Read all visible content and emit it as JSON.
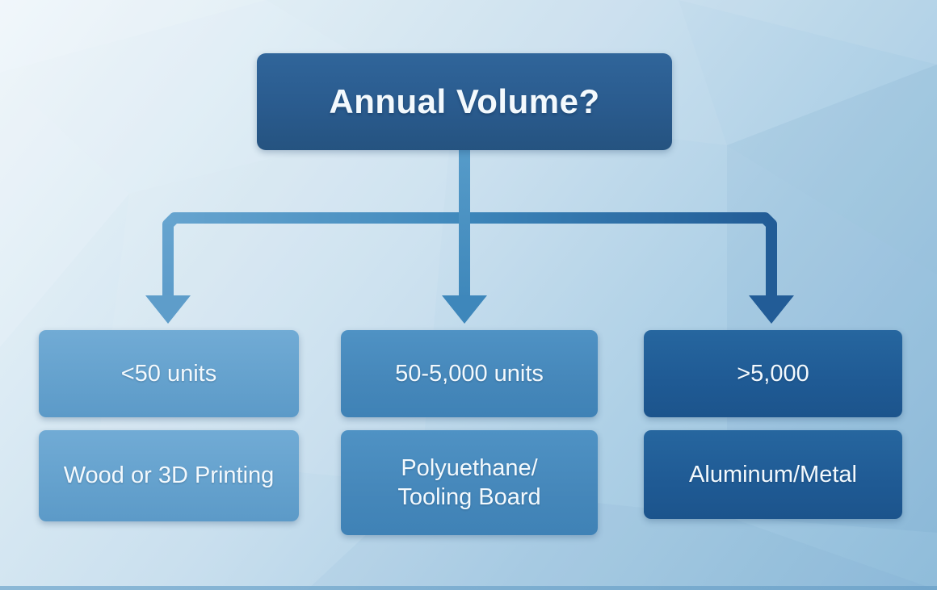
{
  "flowchart": {
    "question": "Annual Volume?",
    "branches": [
      {
        "condition": "<50 units",
        "result": "Wood or 3D Printing",
        "color": "#64a1cd"
      },
      {
        "condition": "50-5,000 units",
        "result": "Polyuethane/\nTooling Board",
        "color": "#4587ba"
      },
      {
        "condition": ">5,000",
        "result": "Aluminum/Metal",
        "color": "#1f5a94"
      }
    ],
    "colors": {
      "root_box": "#2a5b8e",
      "connector_left": "#64a3ce",
      "connector_center": "#3f88bb",
      "connector_right": "#235d97",
      "background_top_left": "#eef5fa",
      "background_bottom_right": "#8fbcda",
      "text": "#f3f9fd"
    }
  }
}
